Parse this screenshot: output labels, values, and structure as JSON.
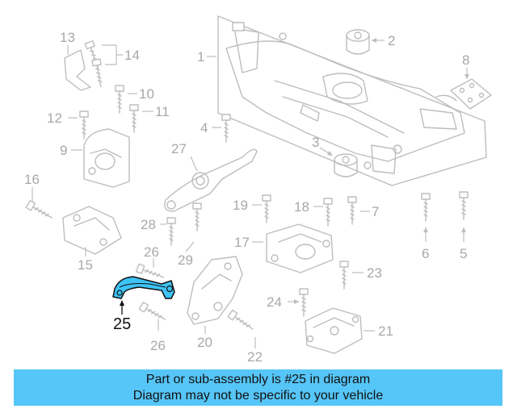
{
  "callouts": [
    "1",
    "2",
    "3",
    "4",
    "5",
    "6",
    "7",
    "8",
    "9",
    "10",
    "11",
    "12",
    "13",
    "14",
    "15",
    "16",
    "17",
    "18",
    "19",
    "20",
    "21",
    "22",
    "23",
    "24",
    "25",
    "26",
    "26",
    "27",
    "28",
    "29"
  ],
  "highlight": {
    "part_number": "25",
    "color": "#3ec3f5"
  },
  "banner": {
    "line1": "Part or sub-assembly is #25 in diagram",
    "line2": "Diagram may not be specific to your vehicle",
    "background": "#56c5f7"
  }
}
